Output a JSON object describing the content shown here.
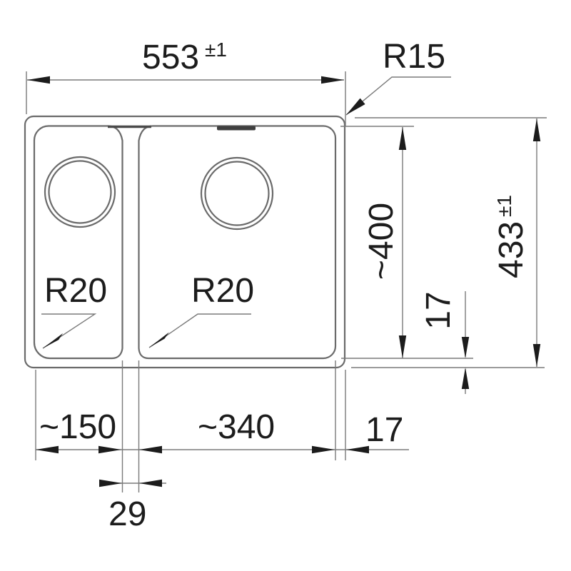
{
  "drawing": {
    "title": "sink-dimension-drawing",
    "dims": {
      "overall_width": "553",
      "overall_width_tol": "±1",
      "outer_corner_radius": "R15",
      "bowl_corner_radius_left": "R20",
      "bowl_corner_radius_right": "R20",
      "bowl_depth": "~400",
      "overall_depth": "433",
      "overall_depth_tol": "±1",
      "rim_offset_vertical": "17",
      "left_bowl_width": "~150",
      "right_bowl_width": "~340",
      "rim_offset_horizontal": "17",
      "divider_width": "29"
    },
    "colors": {
      "background": "#ffffff",
      "outline": "#6a6a6a",
      "dimension_line": "#7a7a7a",
      "ink": "#1c1c1c"
    }
  }
}
